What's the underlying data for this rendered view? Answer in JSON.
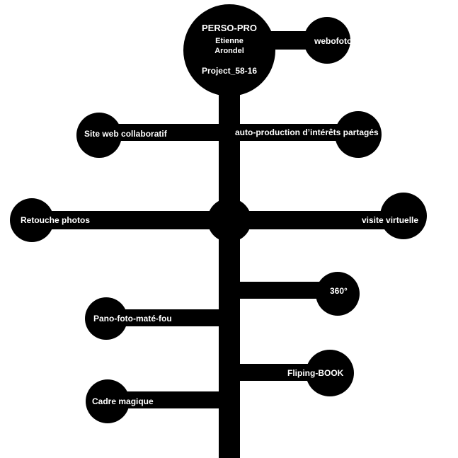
{
  "colors": {
    "background": "#ffffff",
    "diagram": "#000000",
    "text": "#ffffff"
  },
  "center": {
    "title": "PERSO-PRO",
    "name_line1": "Etienne",
    "name_line2": "Arondel",
    "project": "Project_58-16"
  },
  "nodes": {
    "webofoto": "webofoto.fr",
    "site_web": "Site web collaboratif",
    "auto_production": "auto-production d’intérêts partagés",
    "retouche": "Retouche photos",
    "visite": "visite virtuelle",
    "n360": "360°",
    "pano": "Pano-foto-maté-fou",
    "fliping": "Fliping-BOOK",
    "cadre": "Cadre magique"
  }
}
